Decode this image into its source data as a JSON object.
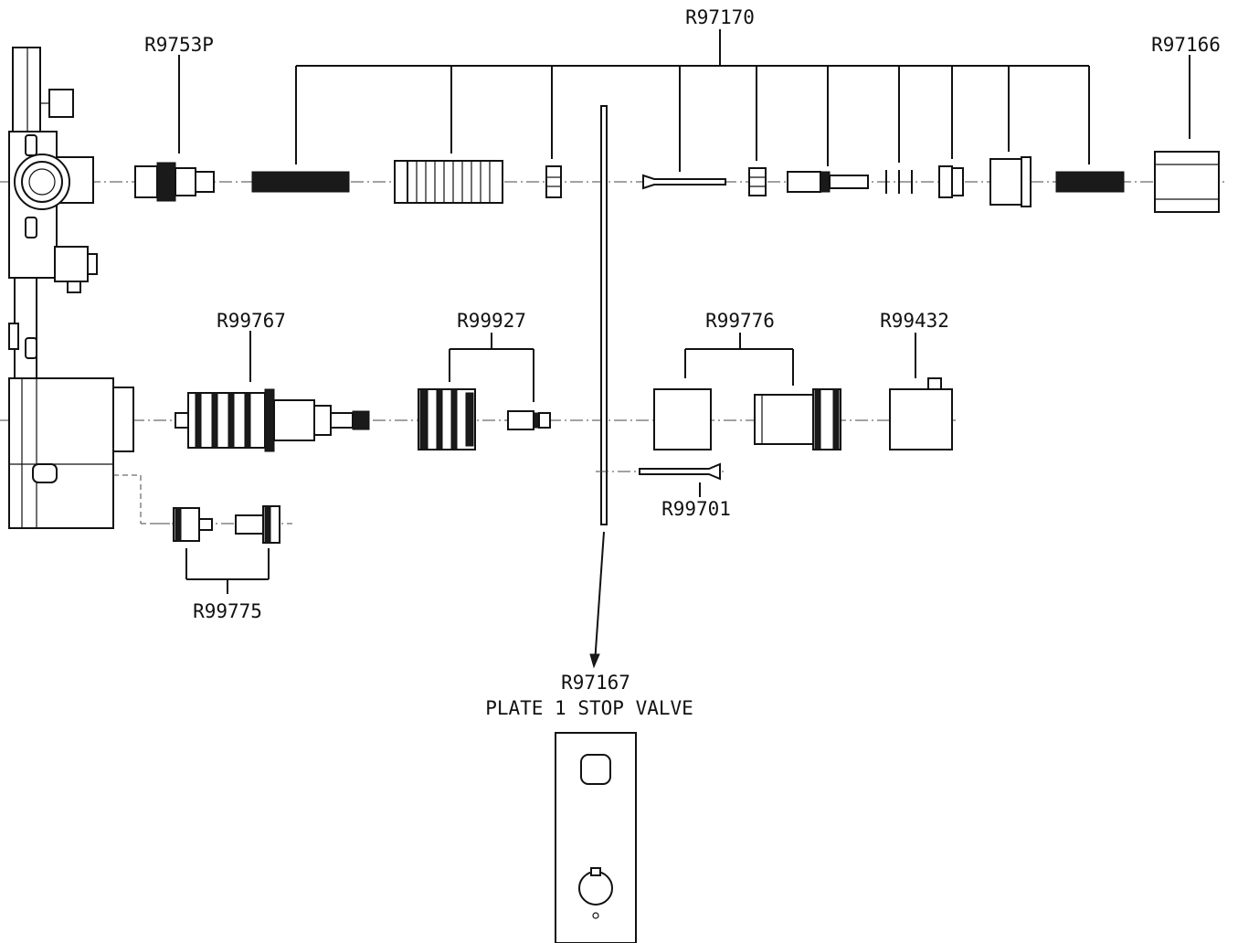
{
  "labels": {
    "r97170": "R97170",
    "r9753p": "R9753P",
    "r97166": "R97166",
    "r99767": "R99767",
    "r99927": "R99927",
    "r99776": "R99776",
    "r99432": "R99432",
    "r99701": "R99701",
    "r99775": "R99775",
    "r97167": "R97167",
    "plate_caption": "PLATE 1 STOP VALVE"
  },
  "colors": {
    "ink": "#111111",
    "background": "#ffffff"
  }
}
